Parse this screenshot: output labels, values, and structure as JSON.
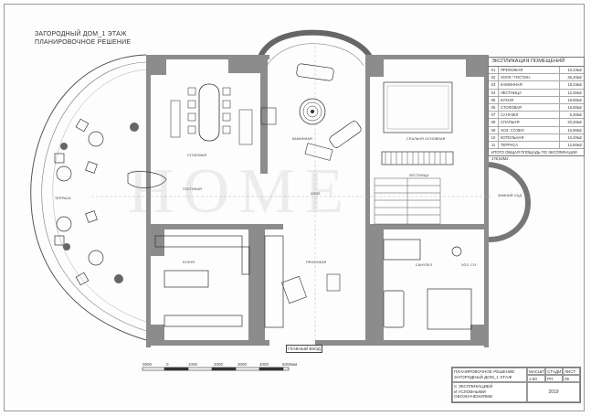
{
  "drawing": {
    "title_line1": "ЗАГОРОДНЫЙ ДОМ_1 ЭТАЖ",
    "title_line2": "ПЛАНИРОВОЧНОЕ РЕШЕНИЕ",
    "watermark": "HOME",
    "entry_label": "ГЛАВНЫЙ ВХОД"
  },
  "legend": {
    "header": "ЭКСПЛИКАЦИЯ ПОМЕЩЕНИЙ",
    "rows": [
      {
        "num": "01",
        "name": "ПРИХОЖАЯ",
        "area": "10,43м2"
      },
      {
        "num": "02",
        "name": "ХОЛЛ / ГОСТИН.",
        "area": "46,20м2"
      },
      {
        "num": "03",
        "name": "КАМИННАЯ",
        "area": "18,23м2"
      },
      {
        "num": "04",
        "name": "ЛЕСТНИЦА",
        "area": "12,30м2"
      },
      {
        "num": "05",
        "name": "КУХНЯ",
        "area": "18,80м2"
      },
      {
        "num": "06",
        "name": "СТОЛОВАЯ",
        "area": "16,80м2"
      },
      {
        "num": "07",
        "name": "САНУЗЕЛ",
        "area": "5,30м2"
      },
      {
        "num": "08",
        "name": "СПАЛЬНЯ",
        "area": "20,40м2"
      },
      {
        "num": "09",
        "name": "ХОЗ. С/УЗЕЛ",
        "area": "10,90м2"
      },
      {
        "num": "10",
        "name": "КОТЕЛЬНАЯ",
        "area": "10,40м2"
      },
      {
        "num": "11",
        "name": "ТЕРРАСА",
        "area": "12,50м2"
      }
    ],
    "total": "ИТОГО ОБЩАЯ ПЛОЩАДЬ ПО ЭКСПЛИКАЦИИ 176,52м2"
  },
  "scale": {
    "labels": [
      "0500",
      "0",
      "1000",
      "2000",
      "3000",
      "4000",
      "5000мм"
    ]
  },
  "title_block": {
    "project_line1": "ПЛАНИРОВОЧНОЕ РЕШЕНИЕ",
    "project_line2": "ЗАГОРОДНЫЙ ДОМ_1 ЭТАЖ",
    "scale_head": "Масшт.",
    "scale_val": "1:50",
    "stage_head": "Стадия",
    "stage_val": "РП",
    "sheet_head": "Лист",
    "sheet_val": "05",
    "note_line1": "С ЭКСПЛИКАЦИЕЙ",
    "note_line2": "И УСЛОВНЫМИ ОБОЗНАЧЕНИЯМИ",
    "year": "2019"
  },
  "room_labels": [
    "СТОЛОВАЯ",
    "КАМИННАЯ",
    "ГОСТИНАЯ",
    "СПАЛЬНЯ ОСНОВНАЯ",
    "ХОЛЛ",
    "ЛЕСТНИЦА",
    "КУХНЯ",
    "ПРИХОЖАЯ",
    "САНУЗЕЛ",
    "ХОЗ. С/У",
    "ТЕРРАСА",
    "ЗИМНИЙ САД"
  ],
  "colors": {
    "wall": "#8c8c8c",
    "line": "#333333",
    "paper": "#fdfdfd"
  }
}
